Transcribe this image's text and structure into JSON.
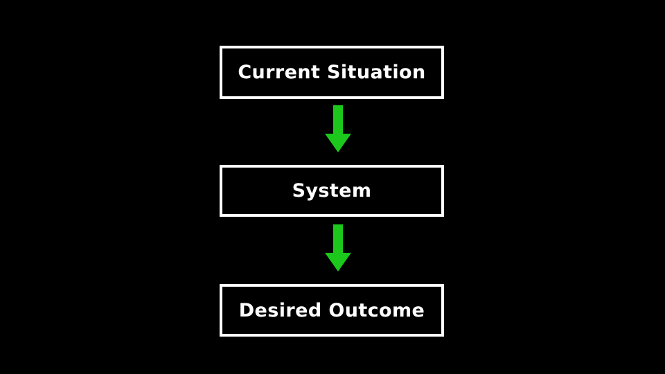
{
  "diagram": {
    "title": "Current Situation to Desired Outcome flow",
    "background_color": "#000000",
    "box_border_color": "#ffffff",
    "box_fill_color": "#000000",
    "label_color": "#ffffff",
    "arrow_color": "#1BC81B",
    "orientation": "vertical-top-to-bottom",
    "nodes": [
      {
        "id": "current-situation",
        "label": "Current Situation"
      },
      {
        "id": "system",
        "label": "System"
      },
      {
        "id": "desired-outcome",
        "label": "Desired Outcome"
      }
    ],
    "connectors": [
      {
        "id": "arrow-1",
        "icon": "arrow-down-icon",
        "from": "current-situation",
        "to": "system"
      },
      {
        "id": "arrow-2",
        "icon": "arrow-down-icon",
        "from": "system",
        "to": "desired-outcome"
      }
    ]
  }
}
